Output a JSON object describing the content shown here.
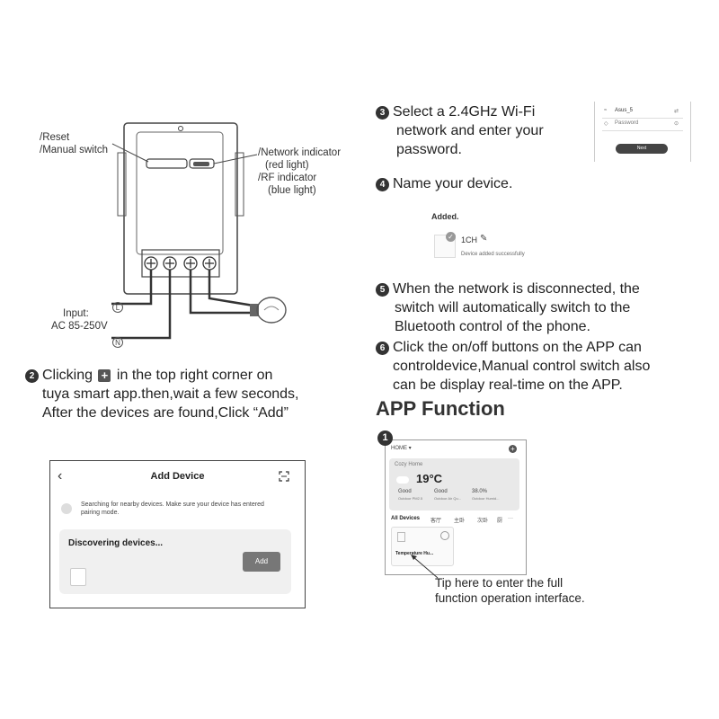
{
  "diagram": {
    "reset_label": "/Reset",
    "manual_switch_label": "/Manual switch",
    "network_indicator_label": "/Network indicator",
    "red_light_label": "(red light)",
    "rf_indicator_label": "/RF indicator",
    "blue_light_label": "(blue light)",
    "input_label": "Input:",
    "ac_label": "AC 85-250V",
    "l_symbol": "L",
    "n_symbol": "N"
  },
  "steps": {
    "step2": {
      "num": "2",
      "before_icon": "Clicking",
      "plus": "+",
      "line1_after": "in the top right corner on",
      "line2": "tuya smart app.then,wait a few seconds,",
      "line3": "After the devices are found,Click “Add”"
    },
    "step3": {
      "num": "3",
      "lines": [
        "Select a 2.4GHz Wi-Fi",
        "network and enter your",
        "password."
      ]
    },
    "step4": {
      "num": "4",
      "text": "Name your device."
    },
    "step5": {
      "num": "5",
      "lines": [
        "When the network is disconnected, the",
        "switch will automatically switch to the",
        "Bluetooth control of the phone."
      ]
    },
    "step6": {
      "num": "6",
      "lines": [
        "Click the on/off buttons on the APP can",
        "controldevice,Manual control switch also",
        "can be display real-time on the APP."
      ]
    }
  },
  "add_device": {
    "back_icon": "chevron-left-icon",
    "title": "Add Device",
    "scan_icon": "scan-icon",
    "searching_text": "Searching for nearby devices. Make sure your device has entered pairing mode.",
    "discovering": "Discovering devices...",
    "add_button": "Add"
  },
  "wifi_screen": {
    "ssid": "Asus_5",
    "password_placeholder": "Password",
    "next_button": "Next"
  },
  "added_screen": {
    "added": "Added.",
    "device_name": "1CH",
    "success_text": "Device added successfully"
  },
  "app_function": {
    "heading": "APP Function",
    "marker": "1",
    "home_label": "HOME ▾",
    "cozy": "Cozy Home",
    "temperature": "19°C",
    "weather": [
      {
        "value": "Good",
        "sub": "Outdoor PM2.5"
      },
      {
        "value": "Good",
        "sub": "Outdoor Air Qu..."
      },
      {
        "value": "38.0%",
        "sub": "Outdoor Humid..."
      }
    ],
    "tabs": [
      "All Devices",
      "客厅",
      "主卧",
      "次卧",
      "厨",
      "···"
    ],
    "device_name": "Temperature Hu...",
    "tip_lines": [
      "Tip here to enter the full",
      "function operation interface."
    ]
  }
}
